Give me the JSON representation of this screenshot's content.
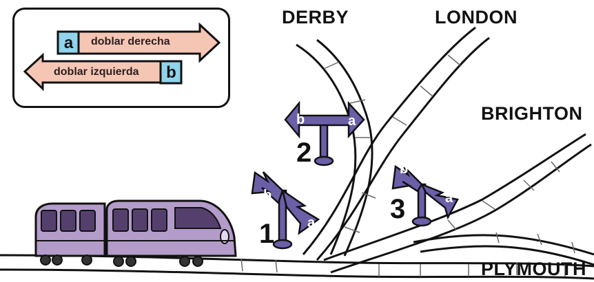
{
  "legend": {
    "right": {
      "key": "a",
      "label": "doblar derecha"
    },
    "left": {
      "key": "b",
      "label": "doblar izquierda"
    }
  },
  "destinations": {
    "derby": "DERBY",
    "london": "LONDON",
    "brighton": "BRIGHTON",
    "plymouth": "PLYMOUTH"
  },
  "switches": [
    {
      "number": "1",
      "left": "b",
      "right": "a"
    },
    {
      "number": "2",
      "left": "b",
      "right": "a"
    },
    {
      "number": "3",
      "left": "b",
      "right": "a"
    }
  ],
  "colors": {
    "key_blue": "#8fd3ec",
    "arrow_fill": "#f6c6b5",
    "switch_fill": "#6b5fa8",
    "train_body": "#b39cc9"
  }
}
